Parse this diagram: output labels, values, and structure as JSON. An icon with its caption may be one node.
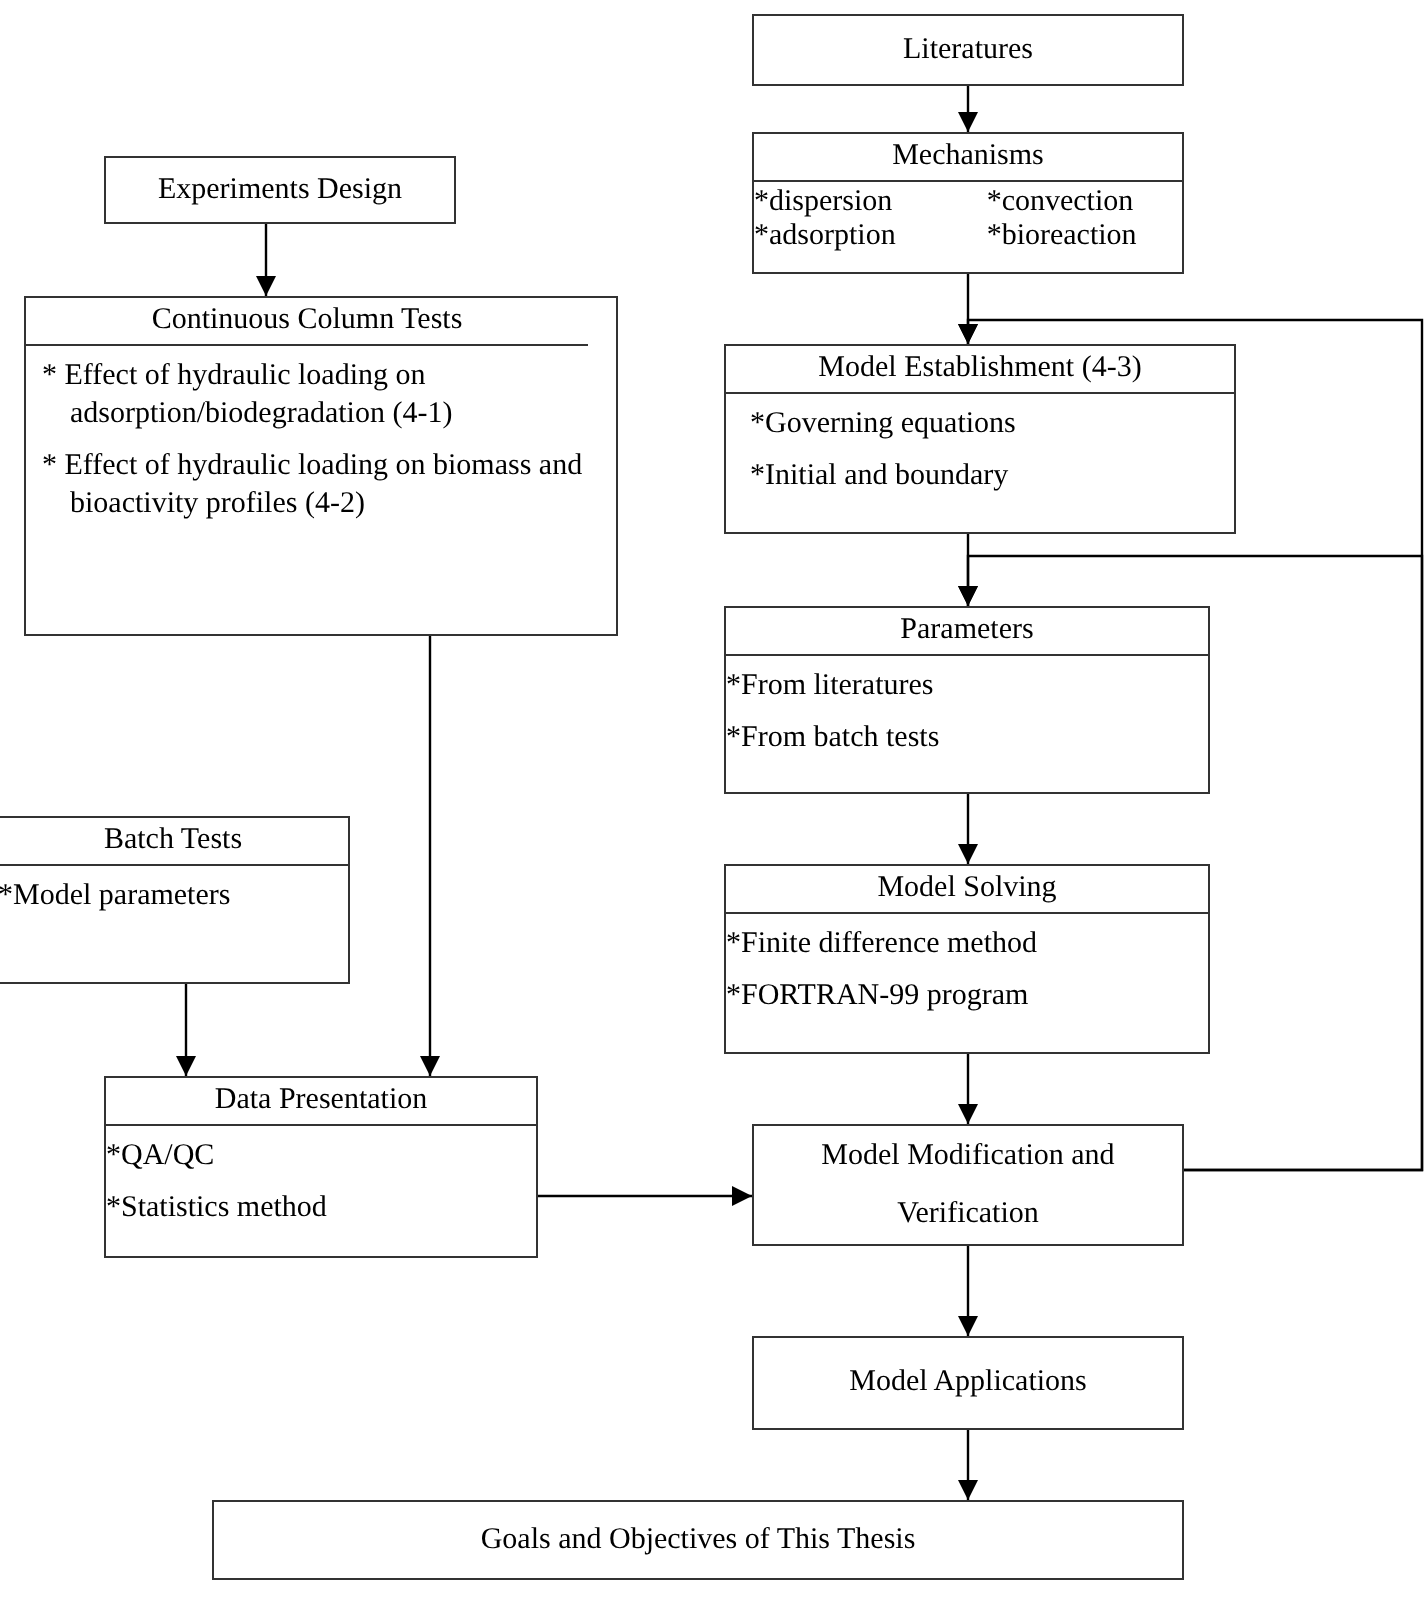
{
  "diagram": {
    "nodes": [
      {
        "text": [
          "Experiments Design"
        ]
      },
      {
        "text": [
          "Continuous Column Tests",
          "* Effect of hydraulic loading on adsorption/biodegradation (4-1)",
          "* Effect of hydraulic loading on biomass and bioactivity profiles (4-2)"
        ]
      },
      {
        "text": [
          "Literatures"
        ]
      },
      {
        "text": [
          "Mechanisms",
          "*dispersion",
          "*convection",
          "*adsorption",
          "*bioreaction"
        ]
      },
      {
        "text": [
          "Model Establishment (4-3)",
          "*Governing equations",
          "*Initial and boundary"
        ]
      },
      {
        "text": [
          "Parameters",
          "*From literatures",
          "*From batch tests"
        ]
      },
      {
        "text": [
          "Batch Tests",
          "*Model parameters"
        ]
      },
      {
        "text": [
          "Model Solving",
          "*Finite difference method",
          "*FORTRAN-99 program"
        ]
      },
      {
        "text": [
          "Data Presentation",
          "*QA/QC",
          "*Statistics method"
        ]
      },
      {
        "text": [
          "Model Modification and Verification"
        ]
      },
      {
        "text": [
          "Model Applications"
        ]
      },
      {
        "text": [
          "Goals and Objectives of This Thesis"
        ]
      }
    ],
    "edges": [
      {
        "from": 0,
        "to": 1,
        "arrow": "to"
      },
      {
        "from": 2,
        "to": 3,
        "arrow": "to"
      },
      {
        "from": 3,
        "to": 4,
        "arrow": "to"
      },
      {
        "from": 4,
        "to": 5,
        "arrow": "to"
      },
      {
        "from": 5,
        "to": 7,
        "arrow": "to"
      },
      {
        "from": 7,
        "to": 9,
        "arrow": "to"
      },
      {
        "from": 9,
        "to": 10,
        "arrow": "to"
      },
      {
        "from": 10,
        "to": 11,
        "arrow": "to"
      },
      {
        "from": 1,
        "to": 8,
        "arrow": "to"
      },
      {
        "from": 6,
        "to": 8,
        "arrow": "to"
      },
      {
        "from": 8,
        "to": 9,
        "arrow": "to"
      },
      {
        "from": 9,
        "to": 4,
        "arrow": "to"
      },
      {
        "from": 9,
        "to": 5,
        "arrow": "to"
      }
    ]
  }
}
